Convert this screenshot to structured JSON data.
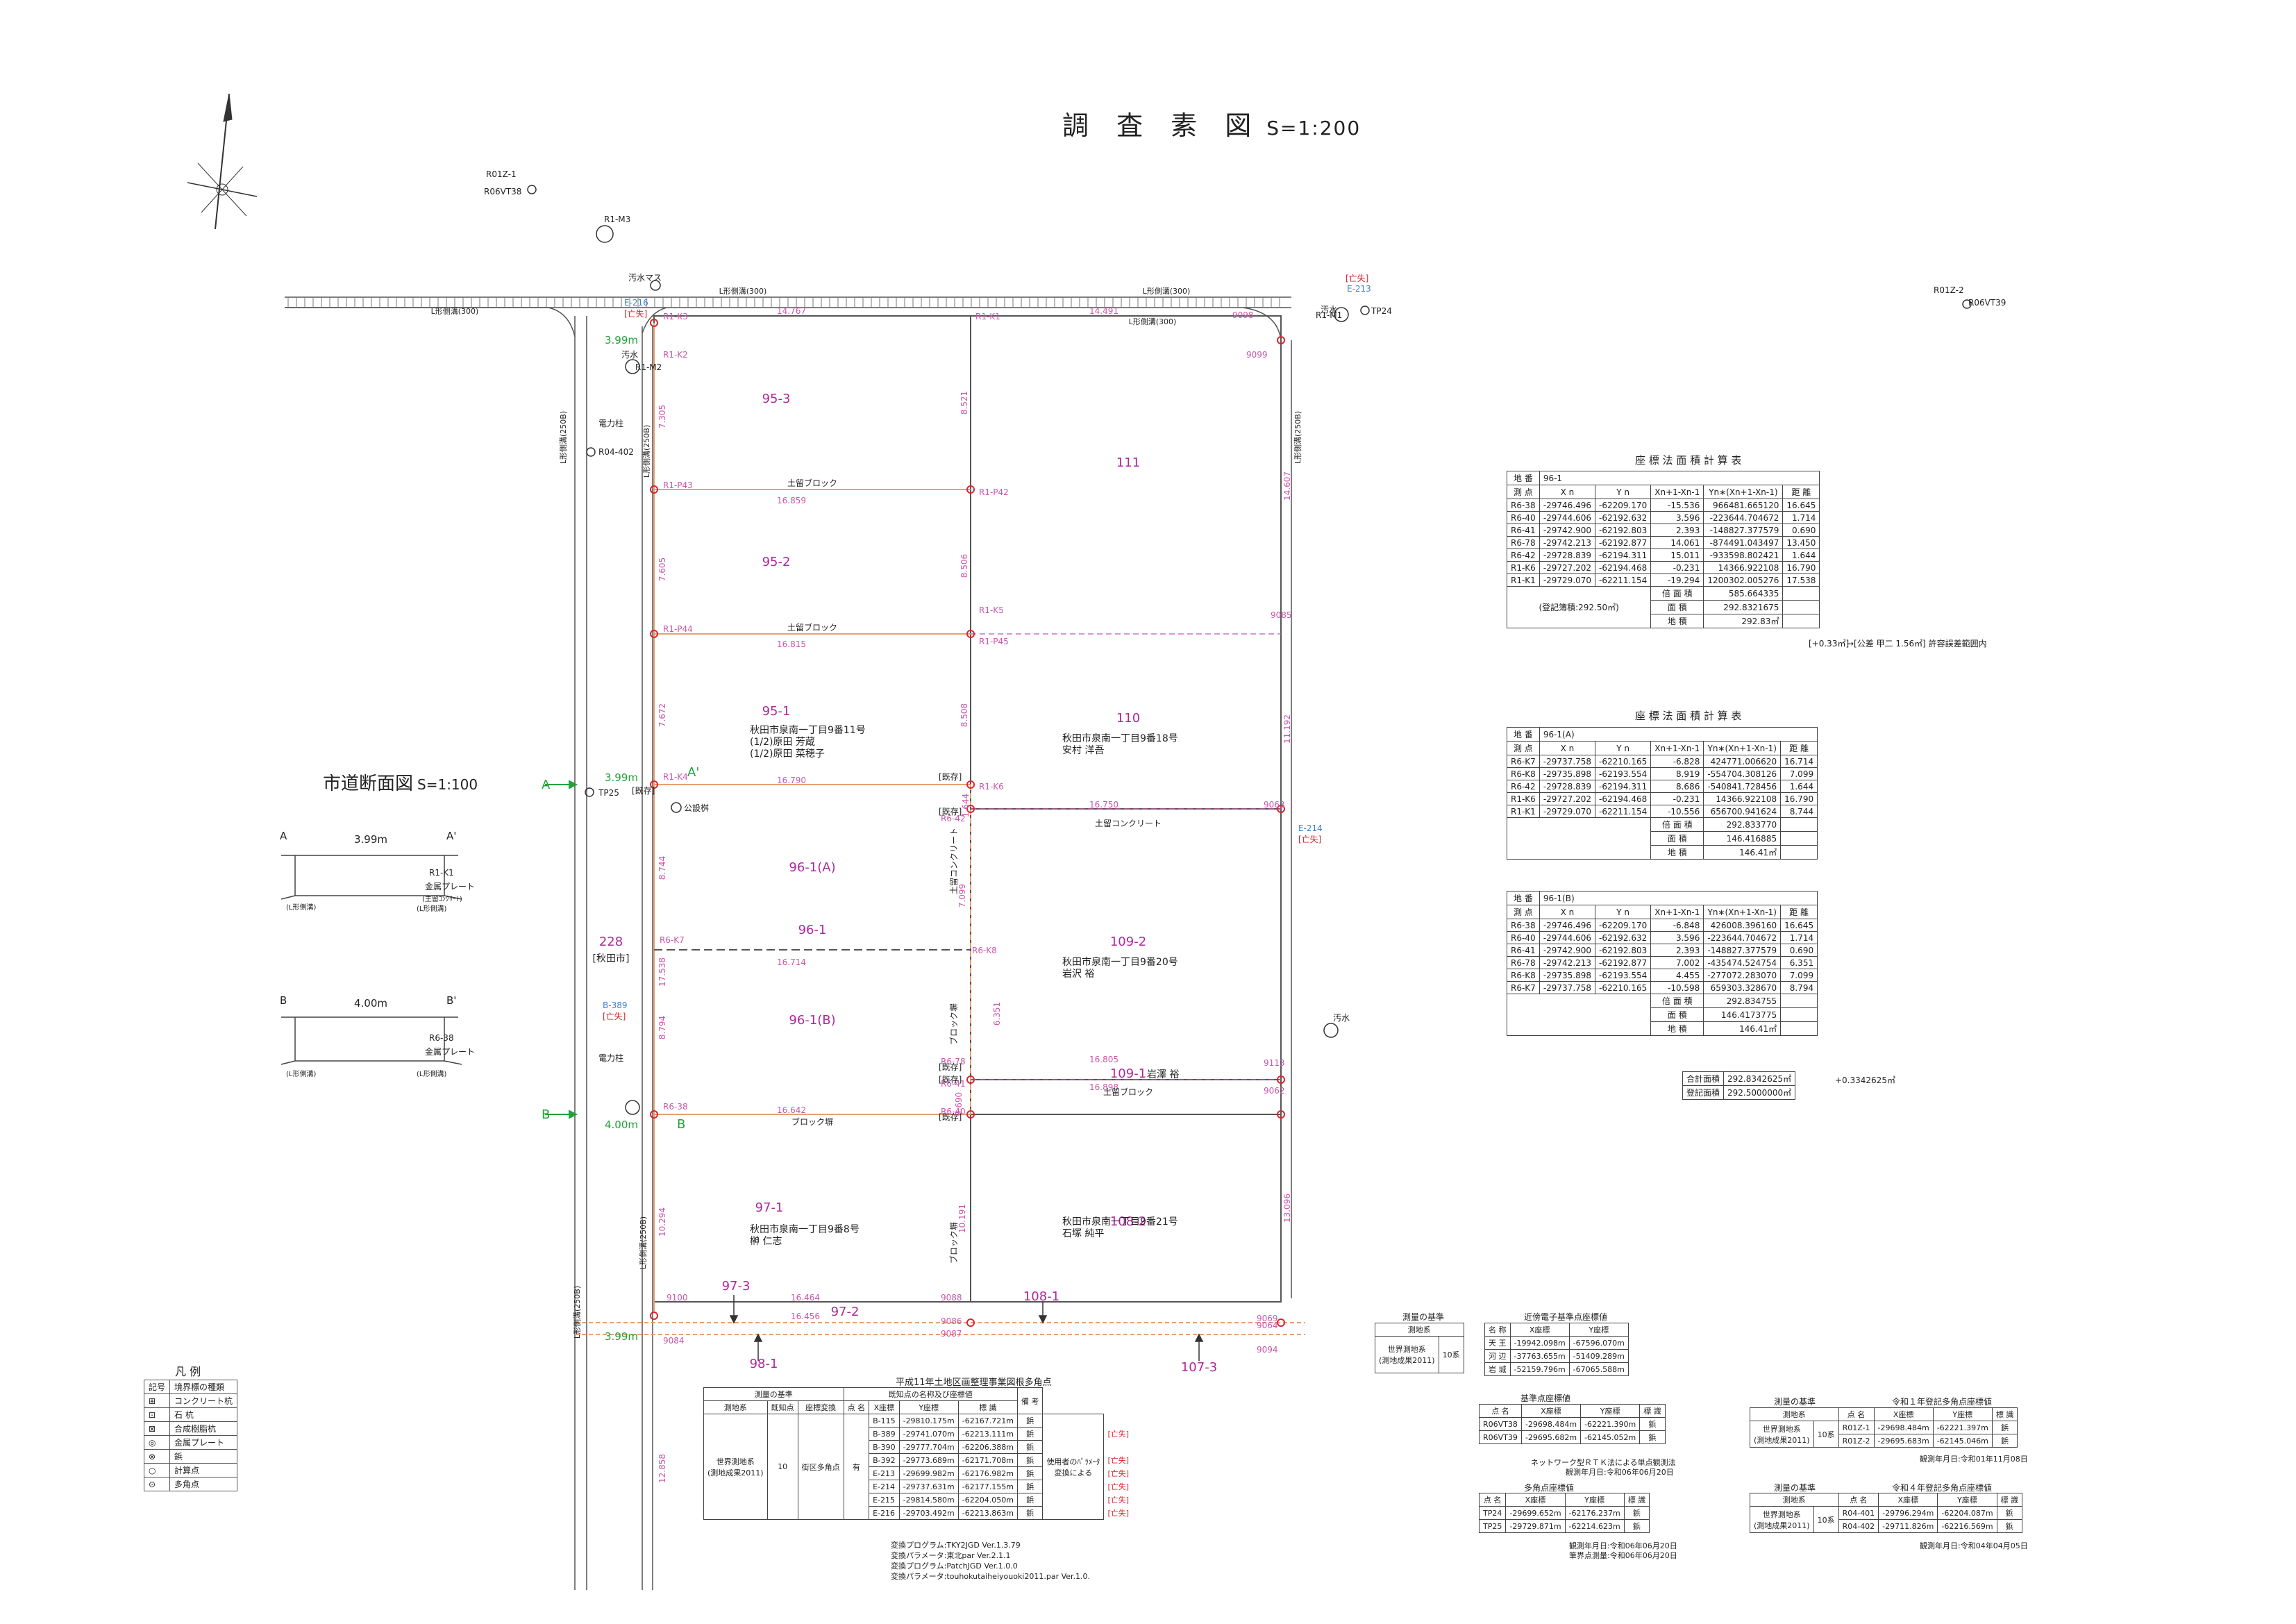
{
  "title": {
    "main": "調 査 素 図",
    "scale": "S=1:200"
  },
  "section": {
    "title": "市道断面図",
    "scale": "S=1:100",
    "a": {
      "left": "A",
      "right": "A'",
      "width": "3.99m",
      "bound": "R1-K1",
      "mark": "金属プレート",
      "note": "(主留ｺﾝｸﾘｰﾄ)",
      "ditch_l": "(L形側溝)",
      "ditch_r": "(L形側溝)"
    },
    "b": {
      "left": "B",
      "right": "B'",
      "width": "4.00m",
      "bound": "R6-38",
      "mark": "金属プレート",
      "ditch_l": "(L形側溝)",
      "ditch_r": "(L形側溝)"
    }
  },
  "parcels": [
    {
      "id": "95-3",
      "owner": ""
    },
    {
      "id": "95-2",
      "owner": ""
    },
    {
      "id": "95-1",
      "owner": "秋田市泉南一丁目9番11号\n(1/2)原田 芳蔵\n(1/2)原田 菜穂子"
    },
    {
      "id": "111",
      "owner": ""
    },
    {
      "id": "110",
      "owner": "秋田市泉南一丁目9番18号\n安村 洋吾"
    },
    {
      "id": "96-1(A)",
      "owner": ""
    },
    {
      "id": "96-1",
      "owner": ""
    },
    {
      "id": "96-1(B)",
      "owner": ""
    },
    {
      "id": "109-2",
      "owner": "秋田市泉南一丁目9番20号\n岩沢 裕"
    },
    {
      "id": "109-1",
      "owner": "岩澤 裕"
    },
    {
      "id": "97-1",
      "owner": "秋田市泉南一丁目9番8号\n榊 仁志"
    },
    {
      "id": "108-2",
      "owner": "秋田市泉南一丁目9番21号\n石塚 純平"
    },
    {
      "id": "97-3",
      "owner": ""
    },
    {
      "id": "97-2",
      "owner": ""
    },
    {
      "id": "108-1",
      "owner": ""
    },
    {
      "id": "98-1",
      "owner": ""
    },
    {
      "id": "107-3",
      "owner": ""
    }
  ],
  "road_parcel": {
    "id": "228",
    "owner": "[秋田市]"
  },
  "lengths": [
    "14.767",
    "14.491",
    "16.859",
    "16.815",
    "16.790",
    "16.750",
    "16.714",
    "16.805",
    "16.898",
    "16.642",
    "16.464",
    "16.456",
    "8.744",
    "8.794",
    "7.099",
    "6.351",
    "7.305",
    "7.605",
    "7.672",
    "10.294",
    "8.521",
    "8.506",
    "8.508",
    "10.191",
    "14.607",
    "11.192",
    "13.096",
    "1.644",
    "0.690",
    "12.858",
    "17.538"
  ],
  "road_widths": [
    "3.99m",
    "3.99m",
    "4.00m",
    "3.99m"
  ],
  "points": [
    "R01Z-1",
    "R06VT38",
    "R1-M3",
    "汚水マス",
    "E-216",
    "[亡失]",
    "R1-K3",
    "R1-K2",
    "R1-M2",
    "R1-K1",
    "9098",
    "9099",
    "E-213",
    "[亡失]",
    "R1-M1",
    "TP24",
    "R04-402",
    "R1-P43",
    "R1-P42",
    "R1-P44",
    "R1-K5",
    "R1-P45",
    "9085",
    "R1-K4",
    "R1-K6",
    "9063",
    "E-214",
    "[亡失]",
    "TP25",
    "R6-K7",
    "R6-K8",
    "R6-42",
    "R6-78",
    "R6-41",
    "9113",
    "9062",
    "R6-38",
    "R6-40",
    "B-389",
    "[亡失]",
    "9100",
    "9088",
    "9086",
    "9087",
    "9084",
    "9069",
    "9064",
    "9094",
    "R01Z-2",
    "R06VT39",
    "電力柱",
    "電力柱",
    "公設桝",
    "汚水",
    "汚水",
    "汚水",
    "[既存]",
    "[既存]",
    "[既存]",
    "[既存]",
    "[既存]",
    "[既存]"
  ],
  "ditches": [
    "L形側溝(300)",
    "L形側溝(300)",
    "L形側溝(300)",
    "L形側溝(300)",
    "L形側溝(250B)",
    "L形側溝(250B)",
    "L形側溝(250B)",
    "L形側溝(250B)",
    "L形側溝(250B)"
  ],
  "walls": [
    "土留ブロック",
    "土留ブロック",
    "土留コンクリート",
    "土留コンクリート",
    "土留ブロック",
    "ブロック塀",
    "ブロック塀",
    "ブロック塀"
  ],
  "legend": {
    "title": "凡 例",
    "header": [
      "記号",
      "境界標の種類"
    ],
    "rows": [
      [
        "⊞",
        "コンクリート杭"
      ],
      [
        "⊡",
        "石 杭"
      ],
      [
        "⊠",
        "合成樹脂杭"
      ],
      [
        "◎",
        "金属プレート"
      ],
      [
        "⊗",
        "鋲"
      ],
      [
        "○",
        "計算点"
      ],
      [
        "⊙",
        "多角点"
      ]
    ]
  },
  "calc1": {
    "title": "座 標 法 面 積 計 算 表",
    "lot": [
      "地 番",
      "96-1"
    ],
    "header": [
      "測 点",
      "X n",
      "Y n",
      "Xn+1-Xn-1",
      "Yn∗(Xn+1-Xn-1)",
      "距 離"
    ],
    "rows": [
      [
        "R6-38",
        "-29746.496",
        "-62209.170",
        "-15.536",
        "966481.665120",
        "16.645"
      ],
      [
        "R6-40",
        "-29744.606",
        "-62192.632",
        "3.596",
        "-223644.704672",
        "1.714"
      ],
      [
        "R6-41",
        "-29742.900",
        "-62192.803",
        "2.393",
        "-148827.377579",
        "0.690"
      ],
      [
        "R6-78",
        "-29742.213",
        "-62192.877",
        "14.061",
        "-874491.043497",
        "13.450"
      ],
      [
        "R6-42",
        "-29728.839",
        "-62194.311",
        "15.011",
        "-933598.802421",
        "1.644"
      ],
      [
        "R1-K6",
        "-29727.202",
        "-62194.468",
        "-0.231",
        "14366.922108",
        "16.790"
      ],
      [
        "R1-K1",
        "-29729.070",
        "-62211.154",
        "-19.294",
        "1200302.005276",
        "17.538"
      ]
    ],
    "sums": [
      [
        "倍 面 積",
        "585.664335"
      ],
      [
        "面 積",
        "292.8321675"
      ],
      [
        "地 積",
        "292.83㎡"
      ]
    ],
    "reg": "(登記簿積:292.50㎡)",
    "diff": "[+0.33㎡]",
    "note": "→[公差 甲二 1.56㎡] 許容誤差範囲内"
  },
  "calc2": {
    "title": "座 標 法 面 積 計 算 表",
    "lot": [
      "地 番",
      "96-1(A)"
    ],
    "header": [
      "測 点",
      "X n",
      "Y n",
      "Xn+1-Xn-1",
      "Yn∗(Xn+1-Xn-1)",
      "距 離"
    ],
    "rows": [
      [
        "R6-K7",
        "-29737.758",
        "-62210.165",
        "-6.828",
        "424771.006620",
        "16.714"
      ],
      [
        "R6-K8",
        "-29735.898",
        "-62193.554",
        "8.919",
        "-554704.308126",
        "7.099"
      ],
      [
        "R6-42",
        "-29728.839",
        "-62194.311",
        "8.686",
        "-540841.728456",
        "1.644"
      ],
      [
        "R1-K6",
        "-29727.202",
        "-62194.468",
        "-0.231",
        "14366.922108",
        "16.790"
      ],
      [
        "R1-K1",
        "-29729.070",
        "-62211.154",
        "-10.556",
        "656700.941624",
        "8.744"
      ]
    ],
    "sums": [
      [
        "倍 面 積",
        "292.833770"
      ],
      [
        "面 積",
        "146.416885"
      ],
      [
        "地 積",
        "146.41㎡"
      ]
    ]
  },
  "calc3": {
    "lot": [
      "地 番",
      "96-1(B)"
    ],
    "header": [
      "測 点",
      "X n",
      "Y n",
      "Xn+1-Xn-1",
      "Yn∗(Xn+1-Xn-1)",
      "距 離"
    ],
    "rows": [
      [
        "R6-38",
        "-29746.496",
        "-62209.170",
        "-6.848",
        "426008.396160",
        "16.645"
      ],
      [
        "R6-40",
        "-29744.606",
        "-62192.632",
        "3.596",
        "-223644.704672",
        "1.714"
      ],
      [
        "R6-41",
        "-29742.900",
        "-62192.803",
        "2.393",
        "-148827.377579",
        "0.690"
      ],
      [
        "R6-78",
        "-29742.213",
        "-62192.877",
        "7.002",
        "-435474.524754",
        "6.351"
      ],
      [
        "R6-K8",
        "-29735.898",
        "-62193.554",
        "4.455",
        "-277072.283070",
        "7.099"
      ],
      [
        "R6-K7",
        "-29737.758",
        "-62210.165",
        "-10.598",
        "659303.328670",
        "8.794"
      ]
    ],
    "sums": [
      [
        "倍 面 積",
        "292.834755"
      ],
      [
        "面 積",
        "146.4173775"
      ],
      [
        "地 積",
        "146.41㎡"
      ]
    ]
  },
  "total": {
    "rows": [
      [
        "合計面積",
        "292.8342625㎡"
      ],
      [
        "登記面積",
        "292.5000000㎡"
      ]
    ],
    "diff": "+0.3342625㎡"
  },
  "bench": {
    "caption": "平成11年土地区画整理事業図根多角点",
    "h1": [
      "測量の基準",
      "既知点の名称及び座標値",
      "備 考"
    ],
    "h2": [
      "測地系",
      "既知点",
      "座標変換",
      "点 名",
      "X座標",
      "Y座標",
      "標 識"
    ],
    "system": "世界測地系\n(測地成果2011)",
    "zone": "10",
    "kind": "街区多角点",
    "conv": "有",
    "remark": "使用者のﾊﾟﾗﾒｰﾀ\n変換による",
    "rows": [
      [
        "B-115",
        "-29810.175m",
        "-62167.721m",
        "鋲",
        ""
      ],
      [
        "B-389",
        "-29741.070m",
        "-62213.111m",
        "鋲",
        "[亡失]"
      ],
      [
        "B-390",
        "-29777.704m",
        "-62206.388m",
        "鋲",
        ""
      ],
      [
        "B-392",
        "-29773.689m",
        "-62171.708m",
        "鋲",
        "[亡失]"
      ],
      [
        "E-213",
        "-29699.982m",
        "-62176.982m",
        "鋲",
        "[亡失]"
      ],
      [
        "E-214",
        "-29737.631m",
        "-62177.155m",
        "鋲",
        "[亡失]"
      ],
      [
        "E-215",
        "-29814.580m",
        "-62204.050m",
        "鋲",
        "[亡失]"
      ],
      [
        "E-216",
        "-29703.492m",
        "-62213.863m",
        "鋲",
        "[亡失]"
      ]
    ],
    "notes": [
      "変換プログラム:TKY2JGD Ver.1.3.79",
      "変換パラメータ:東北par Ver.2.1.1",
      "変換プログラム:PatchJGD Ver.1.0.0",
      "変換パラメータ:touhokutaiheiyouoki2011.par Ver.1.0."
    ]
  },
  "elec": {
    "basis_title": "測量の基準",
    "basis_head": "測地系",
    "basis_val": "世界測地系\n(測地成果2011)",
    "zone": "10系",
    "title": "近傍電子基準点座標値",
    "header": [
      "名 称",
      "X座標",
      "Y座標"
    ],
    "rows": [
      [
        "天 王",
        "-19942.098m",
        "-67596.070m"
      ],
      [
        "河 辺",
        "-37763.655m",
        "-51409.289m"
      ],
      [
        "岩 城",
        "-52159.796m",
        "-67065.588m"
      ]
    ]
  },
  "base": {
    "title": "基準点座標値",
    "header": [
      "点 名",
      "X座標",
      "Y座標",
      "標 識"
    ],
    "rows": [
      [
        "R06VT38",
        "-29698.484m",
        "-62221.390m",
        "鋲"
      ],
      [
        "R06VT39",
        "-29695.682m",
        "-62145.052m",
        "鋲"
      ]
    ],
    "note1": "観測年月日:令和06年06月20日",
    "note2": "ネットワーク型ＲＴＫ法による単点観測法"
  },
  "poly": {
    "title": "多角点座標値",
    "header": [
      "点 名",
      "X座標",
      "Y座標",
      "標 識"
    ],
    "rows": [
      [
        "TP24",
        "-29699.652m",
        "-62176.237m",
        "鋲"
      ],
      [
        "TP25",
        "-29729.871m",
        "-62214.623m",
        "鋲"
      ]
    ],
    "note1": "観測年月日:令和06年06月20日",
    "note2": "筆界点測量:令和06年06月20日"
  },
  "r01": {
    "basis_title": "測量の基準",
    "title": "令和１年登記多角点座標値",
    "head": "測地系",
    "system": "世界測地系\n(測地成果2011)",
    "zone": "10系",
    "header": [
      "点 名",
      "X座標",
      "Y座標",
      "標 識"
    ],
    "rows": [
      [
        "R01Z-1",
        "-29698.484m",
        "-62221.397m",
        "鋲"
      ],
      [
        "R01Z-2",
        "-29695.683m",
        "-62145.046m",
        "鋲"
      ]
    ],
    "note": "観測年月日:令和01年11月08日"
  },
  "r04": {
    "basis_title": "測量の基準",
    "title": "令和４年登記多角点座標値",
    "head": "測地系",
    "system": "世界測地系\n(測地成果2011)",
    "zone": "10系",
    "header": [
      "点 名",
      "X座標",
      "Y座標",
      "標 識"
    ],
    "rows": [
      [
        "R04-401",
        "-29796.294m",
        "-62204.087m",
        "鋲"
      ],
      [
        "R04-402",
        "-29711.826m",
        "-62216.569m",
        "鋲"
      ]
    ],
    "note": "観測年月日:令和04年04月05日"
  },
  "colors": {
    "ink": "#222222",
    "parcel": "#b0279d",
    "lost": "#d8262d",
    "road_width": "#22a33a",
    "survey_blue": "#3b7fd6",
    "boundary": "#e8a070",
    "dim": "#cc55aa"
  }
}
